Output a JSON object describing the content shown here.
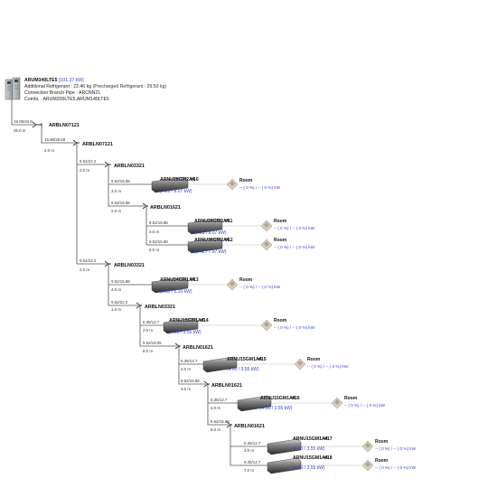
{
  "outdoor": {
    "model": "ARUM340LTE5",
    "capacity": "[101.37 kW]",
    "additional_refrigerant_label": "Additional Refrigerant : 22.46 kg",
    "precharged": "(Precharged Refrigerant : 29.50 kg)",
    "connection_branch_label": "Connection Branch Pipe : ARCNN21",
    "combi_label": "Combi. : ARUM200LTE5,ARUM140LTE5",
    "pipe_spec": "19.05/34.9",
    "pipe_len": "35.0 m"
  },
  "branches": [
    {
      "id": "b1",
      "label": "ARBLN07121"
    },
    {
      "id": "b2",
      "label": "ARBLN07121",
      "pipe_spec": "15.88/28.58",
      "pipe_len": "2.0 m"
    },
    {
      "id": "b3",
      "label": "ARBLN03321",
      "pipe_spec": "9.52/22.2",
      "pipe_len": "2.0 m"
    },
    {
      "id": "b4",
      "label": "ARBLN01621",
      "pipe_spec": "9.52/15.88",
      "pipe_len": "2.0 m"
    },
    {
      "id": "b5",
      "label": "ARBLN03321",
      "pipe_spec": "9.52/22.2",
      "pipe_len": "2.0 m"
    },
    {
      "id": "b6",
      "label": "ARBLN03321",
      "pipe_spec": "9.52/22.2",
      "pipe_len": "1.0 m"
    },
    {
      "id": "b7",
      "label": "ARBLN01621",
      "pipe_spec": "9.52/19.05",
      "pipe_len": "8.0 m"
    },
    {
      "id": "b8",
      "label": "ARBLN01621",
      "pipe_spec": "9.52/15.88",
      "pipe_len": "3.0 m"
    },
    {
      "id": "b9",
      "label": "ARBLN01621",
      "pipe_spec": "9.52/15.88",
      "pipe_len": "6.0 m"
    }
  ],
  "units": [
    {
      "id": "u10",
      "model": "ARNU28GM2A4",
      "num": "#10",
      "capacity": "(7.28 / 8.07 kW)",
      "pipe_spec": "9.52/15.88",
      "pipe_len": "3.0 m",
      "room": "Room",
      "room_cap": "-- ( 0 %) / -- ( 0 %) kW"
    },
    {
      "id": "u11",
      "model": "ARNU28GM2A4",
      "num": "#11",
      "capacity": "(7.28 / 8.07 kW)",
      "pipe_spec": "9.52/15.88",
      "pipe_len": "3.0 m",
      "room": "Room",
      "room_cap": "-- ( 0 %) / -- ( 0 %) kW"
    },
    {
      "id": "u12",
      "model": "ARNU36GM2A4",
      "num": "#12",
      "capacity": "(9.42 / 7.97 kW)",
      "pipe_spec": "9.52/15.88",
      "pipe_len": "6.0 m",
      "room": "Room",
      "room_cap": "-- ( 0 %) / -- ( 0 %) kW"
    },
    {
      "id": "u13",
      "model": "ARNU24GM1A4",
      "num": "#13",
      "capacity": "(6.31 / 5.20 kW)",
      "pipe_spec": "9.52/15.88",
      "pipe_len": "4.0 m",
      "room": "Room",
      "room_cap": "-- ( 0 %) / -- ( 0 %) kW"
    },
    {
      "id": "u14",
      "model": "ARNU15GM1A4",
      "num": "#14",
      "capacity": "(4.00 / 3.55 kW)",
      "pipe_spec": "6.35/12.7",
      "pipe_len": "2.0 m",
      "room": "Room",
      "room_cap": "-- ( 0 %) / -- ( 0 %) kW"
    },
    {
      "id": "u15",
      "model": "ARNU15GM1A4",
      "num": "#15",
      "capacity": "(4.00 / 3.55 kW)",
      "pipe_spec": "6.35/12.7",
      "pipe_len": "3.0 m",
      "room": "Room",
      "room_cap": "-- ( 0 %) / -- ( 0 %) kW"
    },
    {
      "id": "u16",
      "model": "ARNU15GM1A4",
      "num": "#16",
      "capacity": "(4.00 / 3.55 kW)",
      "pipe_spec": "6.35/12.7",
      "pipe_len": "4.0 m",
      "room": "Room",
      "room_cap": "-- ( 0 %) / -- ( 0 %) kW"
    },
    {
      "id": "u17",
      "model": "ARNU15GM1A4",
      "num": "#17",
      "capacity": "(4.00 / 3.55 kW)",
      "pipe_spec": "6.35/12.7",
      "pipe_len": "3.0 m",
      "room": "Room",
      "room_cap": "-- ( 0 %) / -- ( 0 %) kW"
    },
    {
      "id": "u18",
      "model": "ARNU15GM1A4",
      "num": "#18",
      "capacity": "(4.00 / 3.55 kW)",
      "pipe_spec": "6.35/12.7",
      "pipe_len": "7.0 m",
      "room": "Room",
      "room_cap": "-- ( 0 %) / -- ( 0 %) kW"
    }
  ],
  "colors": {
    "line": "#555555",
    "capacity_text": "#3344cc",
    "room_line": "#bbbbbb"
  }
}
